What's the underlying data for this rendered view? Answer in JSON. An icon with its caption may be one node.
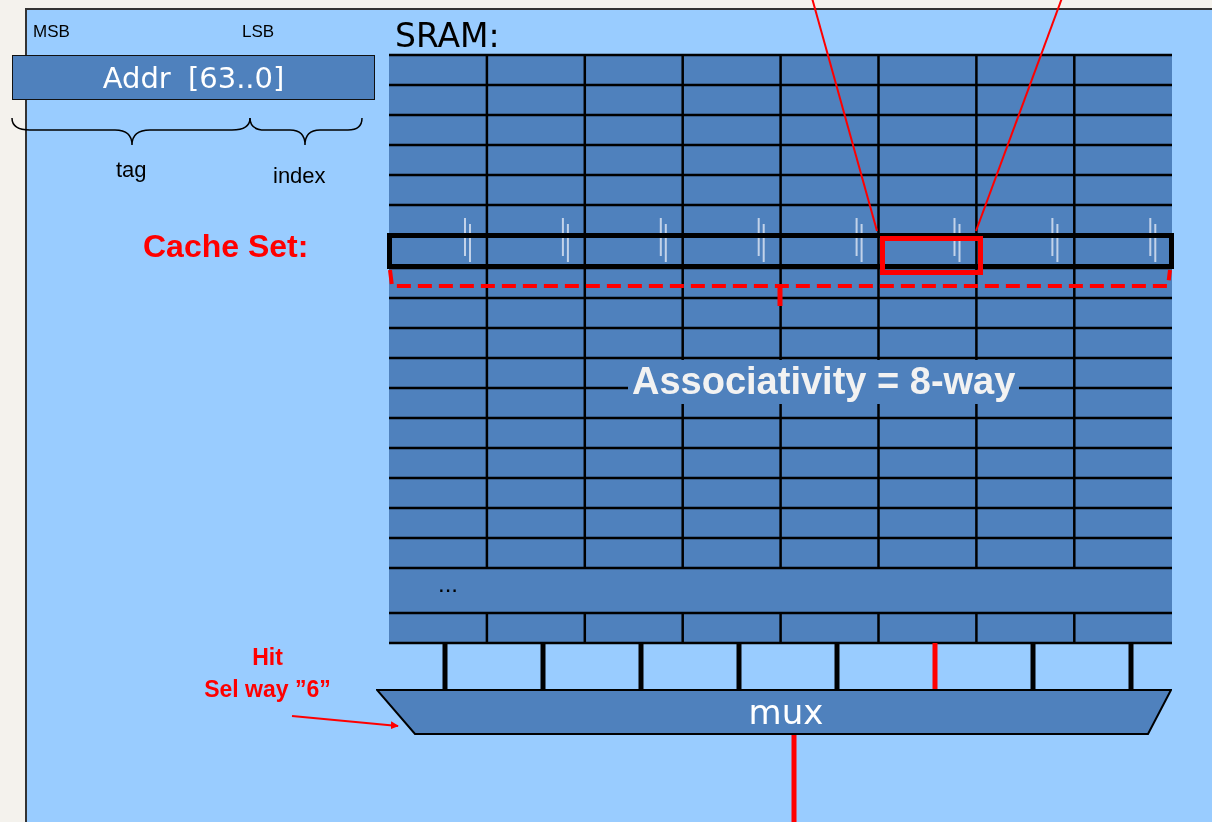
{
  "diagram": {
    "nodes": [
      {
        "text": [
          "Addr [63..0]"
        ]
      },
      {
        "text": [
          "SRAM:"
        ]
      },
      {
        "text": [],
        "shape": "box",
        "in": 1,
        "beside": [
          "Cache Set:"
        ]
      },
      {
        "text": [],
        "shape": "box",
        "in": 2
      },
      {
        "text": [
          "mux"
        ]
      },
      {
        "text": [
          "Hit Sel way ”6”"
        ]
      }
    ],
    "edges": [
      {
        "from": 1,
        "to": 4,
        "arrow": "none"
      },
      {
        "from": 1,
        "to": 4,
        "arrow": "none"
      },
      {
        "from": 1,
        "to": 4,
        "arrow": "none"
      },
      {
        "from": 1,
        "to": 4,
        "arrow": "none"
      },
      {
        "from": 1,
        "to": 4,
        "arrow": "none"
      },
      {
        "from": 1,
        "to": 4,
        "arrow": "none",
        "color": "#ff0000"
      },
      {
        "from": 1,
        "to": 4,
        "arrow": "none"
      },
      {
        "from": 1,
        "to": 4,
        "arrow": "none"
      },
      {
        "from": 5,
        "to": 4,
        "arrow": "to",
        "color": "#ff0000"
      },
      {
        "from": 4,
        "to": null,
        "arrow": "none",
        "color": "#ff0000"
      },
      {
        "from": null,
        "to": 3,
        "arrow": "none",
        "color": "#ff0000"
      },
      {
        "from": null,
        "to": 3,
        "arrow": "none",
        "color": "#ff0000"
      }
    ],
    "labels": [
      "MSB",
      "LSB",
      "tag",
      "index",
      "Associativity = 8-way",
      "..."
    ]
  }
}
